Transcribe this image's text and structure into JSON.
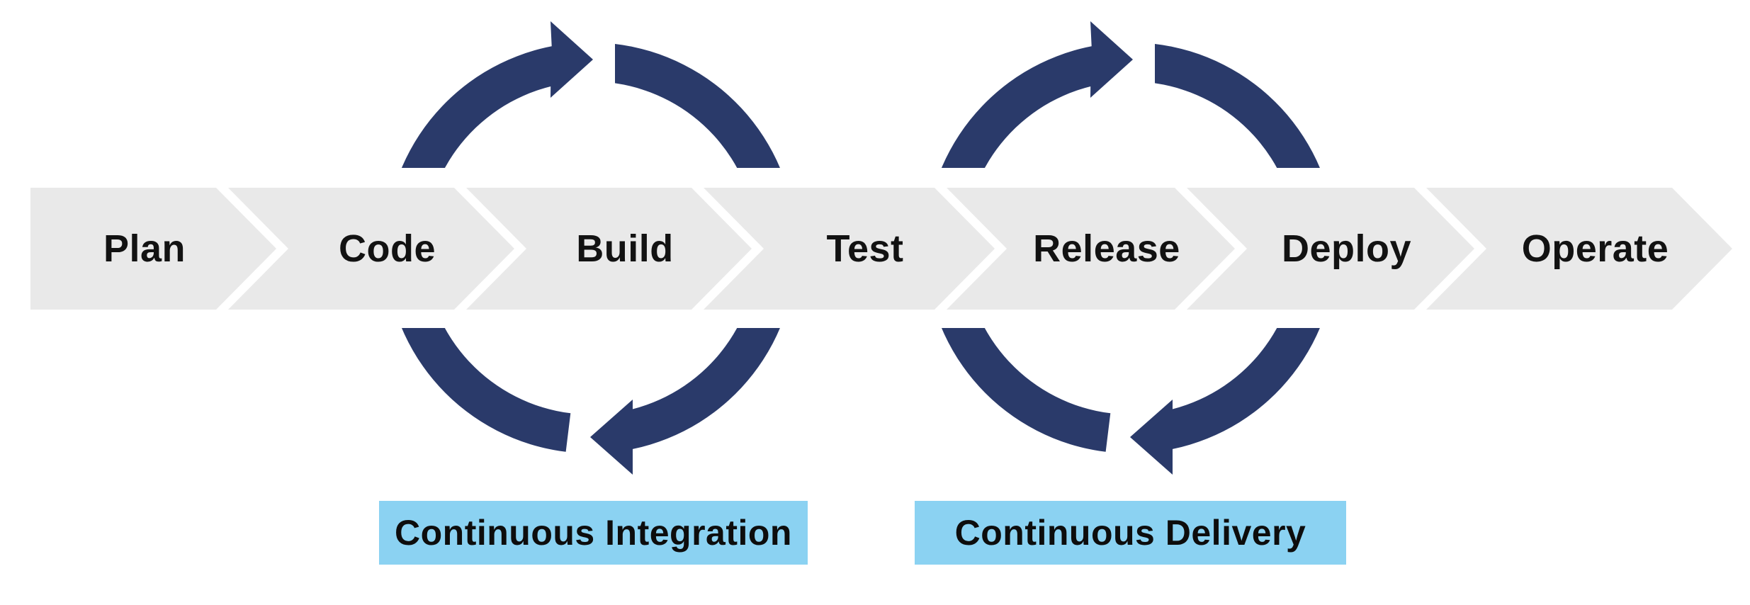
{
  "diagram": {
    "pipeline": {
      "stages": [
        {
          "label": "Plan"
        },
        {
          "label": "Code"
        },
        {
          "label": "Build"
        },
        {
          "label": "Test"
        },
        {
          "label": "Release"
        },
        {
          "label": "Deploy"
        },
        {
          "label": "Operate"
        }
      ]
    },
    "loops": [
      {
        "label": "Continuous Integration",
        "icon": "clockwise-loop-arrows-icon"
      },
      {
        "label": "Continuous Delivery",
        "icon": "clockwise-loop-arrows-icon"
      }
    ],
    "colors": {
      "navy": "#2a3a6a",
      "band": "#e9e9e9",
      "blue": "#8bd2f2",
      "text": "#121212"
    }
  }
}
